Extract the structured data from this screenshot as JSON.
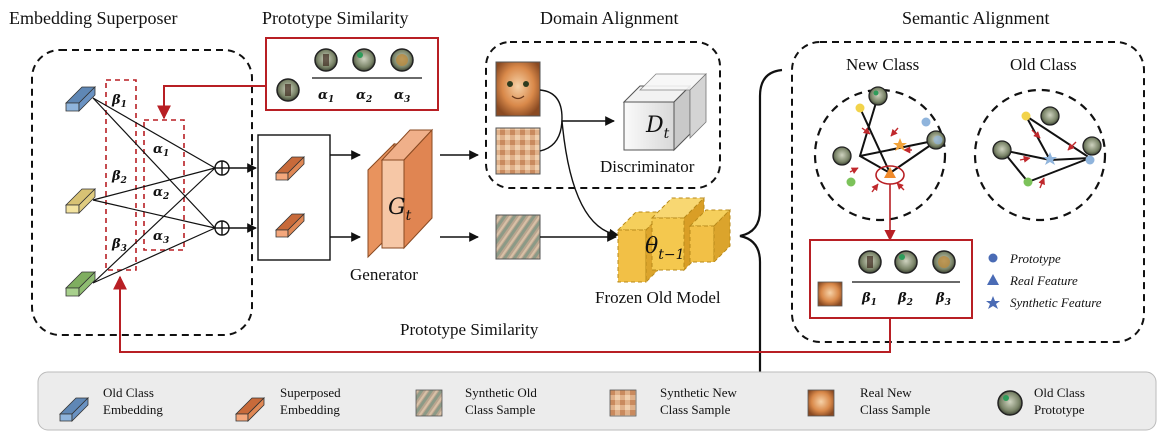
{
  "titles": {
    "embedding_superposer": "Embedding Superposer",
    "prototype_similarity_top": "Prototype Similarity",
    "domain_alignment": "Domain Alignment",
    "semantic_alignment": "Semantic Alignment",
    "prototype_similarity_bottom": "Prototype Similarity"
  },
  "components": {
    "generator": "Generator",
    "discriminator": "Discriminator",
    "frozen_old_model": "Frozen Old Model",
    "new_class": "New Class",
    "old_class": "Old Class"
  },
  "math": {
    "beta1": "β",
    "beta2": "β",
    "beta3": "β",
    "alpha1": "α",
    "alpha2": "α",
    "alpha3": "α",
    "sub1": "1",
    "sub2": "2",
    "sub3": "3",
    "g": "G",
    "g_sub": "t",
    "d": "D",
    "d_sub": "t",
    "theta": "θ",
    "theta_sub": "t−1"
  },
  "sem_legend": {
    "prototype": "Prototype",
    "real_feature": "Real Feature",
    "synthetic_feature": "Synthetic Feature"
  },
  "legend": {
    "old_class_embedding": [
      "Old Class",
      "Embedding"
    ],
    "superposed_embedding": [
      "Superposed",
      "Embedding"
    ],
    "synthetic_old_sample": [
      "Synthetic Old",
      "Class Sample"
    ],
    "synthetic_new_sample": [
      "Synthetic New",
      "Class Sample"
    ],
    "real_new_sample": [
      "Real New",
      "Class Sample"
    ],
    "old_class_prototype": [
      "Old Class",
      "Prototype"
    ]
  },
  "colors": {
    "red": "#b81f24",
    "blue_embedding": "#8fb4dc",
    "yellow_embedding": "#f3e3a0",
    "green_embedding": "#a8d08d",
    "orange_embedding": "#f4a77c",
    "generator": "#e8935e",
    "frozen_model": "#f2c046",
    "feature_blue": "#4a6bb5",
    "legend_bg": "#ececec"
  }
}
